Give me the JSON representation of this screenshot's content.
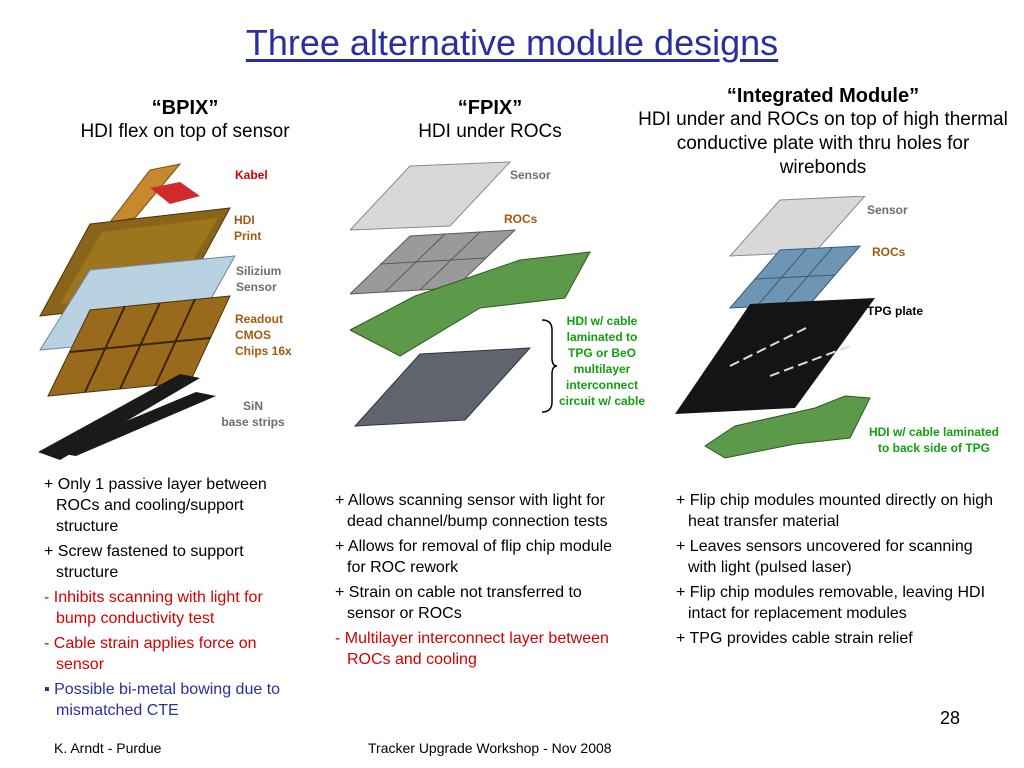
{
  "title": "Three alternative module designs",
  "columns": [
    {
      "name": "“BPIX”",
      "subtitle": "HDI flex on top of sensor",
      "labels": {
        "kabel": "Kabel",
        "hdi": "HDI",
        "print": "Print",
        "silizium": "Silizium",
        "sensor": "Sensor",
        "readout": "Readout",
        "cmos": "CMOS",
        "chips": "Chips 16x",
        "sin": "SiN",
        "strips": "base strips"
      },
      "bullets": [
        {
          "lead": "+ ",
          "text": "Only 1 passive layer between ROCs and cooling/support structure",
          "kind": "pos"
        },
        {
          "lead": "+ ",
          "text": "Screw fastened to support structure",
          "kind": "pos"
        },
        {
          "lead": "- ",
          "text": "Inhibits scanning with light for bump conductivity test",
          "kind": "neg"
        },
        {
          "lead": "- ",
          "text": "Cable strain applies force on sensor",
          "kind": "neg"
        },
        {
          "lead": "▪ ",
          "text": "Possible bi-metal bowing due to mismatched CTE",
          "kind": "blue"
        }
      ]
    },
    {
      "name": "“FPIX”",
      "subtitle": "HDI under ROCs",
      "labels": {
        "sensor": "Sensor",
        "rocs": "ROCs",
        "hdi": "HDI w/ cable laminated to TPG or BeO multilayer interconnect circuit w/ cable"
      },
      "bullets": [
        {
          "lead": "+ ",
          "text": "Allows scanning sensor with light for dead channel/bump connection tests",
          "kind": "pos"
        },
        {
          "lead": "+ ",
          "text": "Allows for removal of flip chip module for ROC rework",
          "kind": "pos"
        },
        {
          "lead": "+ ",
          "text": "Strain on cable not transferred to sensor or ROCs",
          "kind": "pos"
        },
        {
          "lead": "- ",
          "text": "Multilayer interconnect layer between ROCs and cooling",
          "kind": "neg"
        }
      ]
    },
    {
      "name": "“Integrated Module”",
      "subtitle": "HDI under and ROCs on top of high thermal conductive plate with thru holes for wirebonds",
      "labels": {
        "sensor": "Sensor",
        "rocs": "ROCs",
        "tpg": "TPG plate",
        "hdi": "HDI w/ cable laminated to back side of TPG"
      },
      "bullets": [
        {
          "lead": "+ ",
          "text": "Flip chip modules mounted directly on high heat transfer material",
          "kind": "pos"
        },
        {
          "lead": "+ ",
          "text": "Leaves sensors uncovered for scanning with light (pulsed laser)",
          "kind": "pos"
        },
        {
          "lead": "+ ",
          "text": "Flip chip modules removable, leaving HDI intact for replacement modules",
          "kind": "pos"
        },
        {
          "lead": "+ ",
          "text": "TPG provides cable strain relief",
          "kind": "pos"
        }
      ]
    }
  ],
  "page_number": "28",
  "footer_left": "K. Arndt - Purdue",
  "footer_center": "Tracker Upgrade Workshop - Nov 2008",
  "colors": {
    "title": "#2b2f9e",
    "negative": "#d40000",
    "hdi_green": "#5c9a4a",
    "roc_blue": "#6f95b5"
  }
}
